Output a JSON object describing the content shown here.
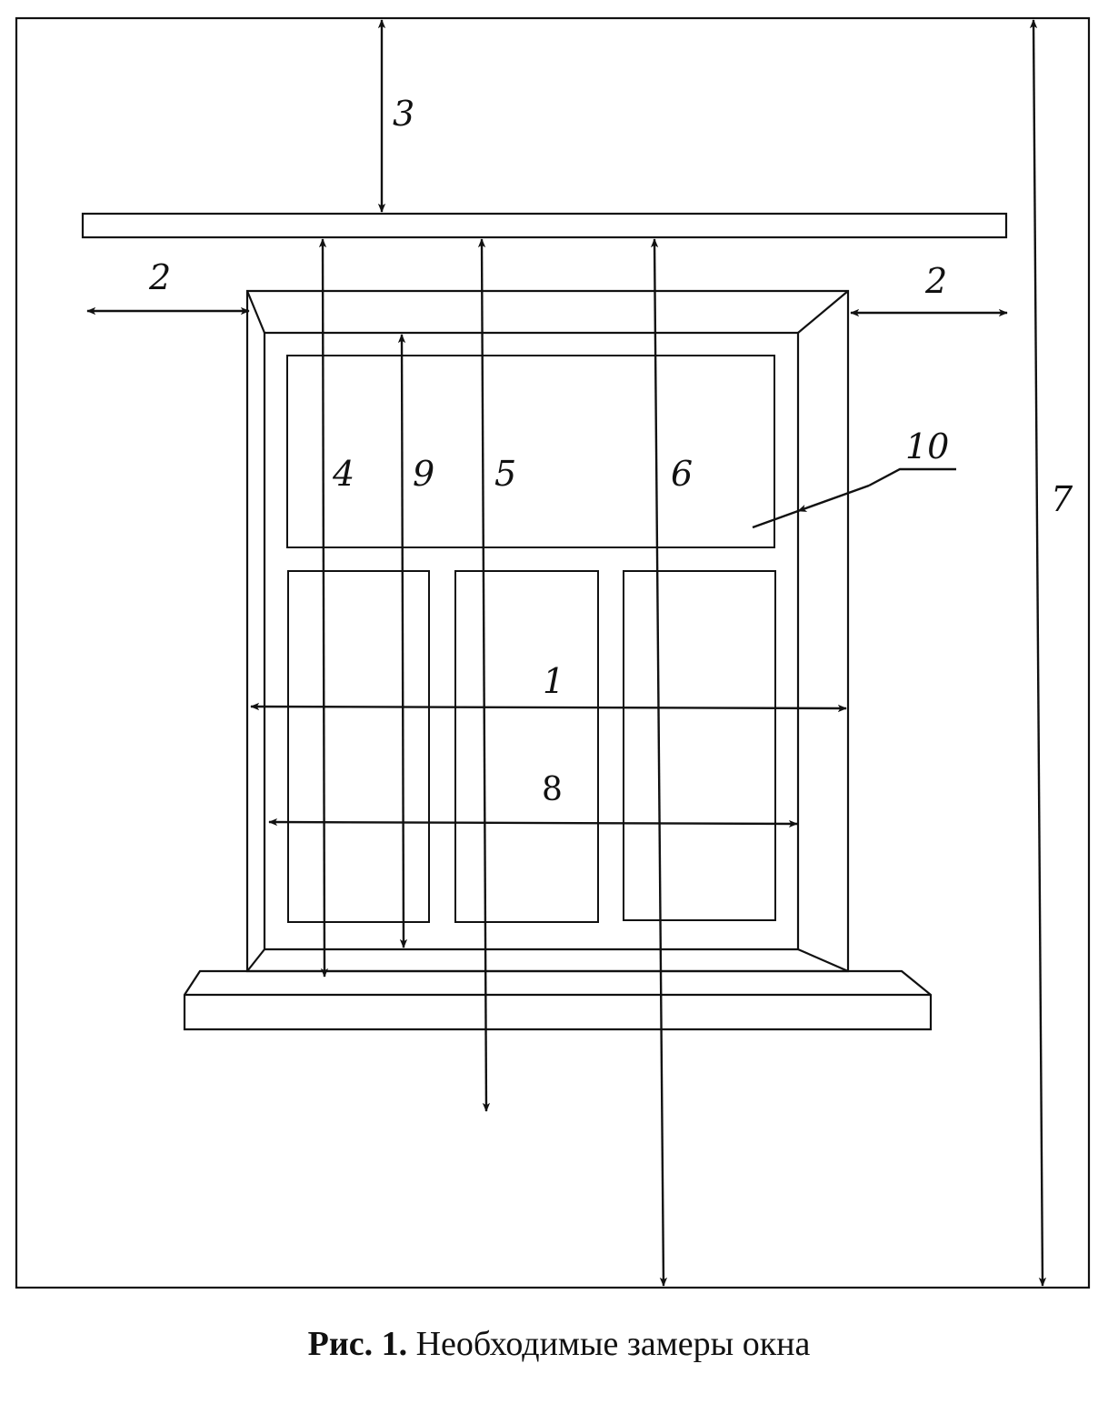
{
  "labels": {
    "l1": "1",
    "l2_left": "2",
    "l2_right": "2",
    "l3": "3",
    "l4": "4",
    "l5": "5",
    "l6": "6",
    "l7": "7",
    "l8": "8",
    "l9": "9",
    "l10": "10"
  },
  "caption": {
    "figure_label": "Рис. 1.",
    "text": "Необходимые замеры окна"
  },
  "colors": {
    "ink": "#111111",
    "background": "#ffffff"
  }
}
